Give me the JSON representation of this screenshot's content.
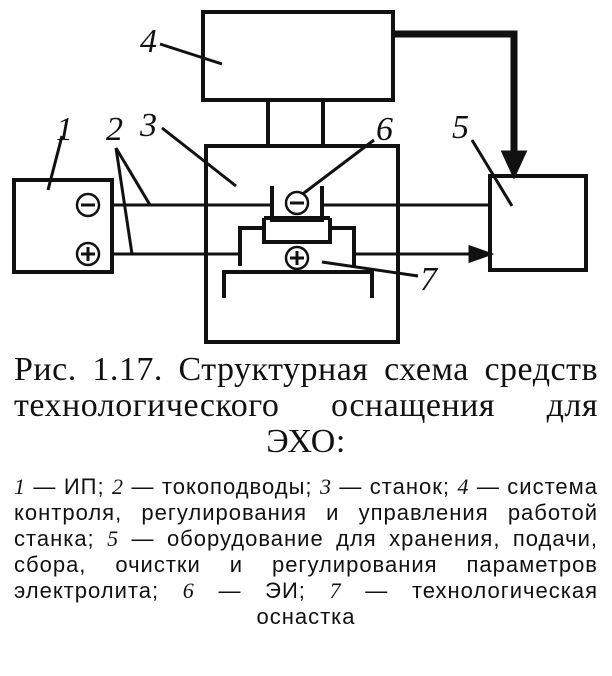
{
  "diagram": {
    "labels": {
      "l1": "1",
      "l2": "2",
      "l3": "3",
      "l4": "4",
      "l5": "5",
      "l6": "6",
      "l7": "7"
    },
    "symbols": {
      "minus": "⊖",
      "plus": "⊕"
    }
  },
  "caption": "Рис. 1.17. Структурная схема средств технологического оснащения для ЭХО:",
  "legend": [
    {
      "num": "1",
      "text": "— ИП; "
    },
    {
      "num": "2",
      "text": "— токоподводы; "
    },
    {
      "num": "3",
      "text": "— станок; "
    },
    {
      "num": "4",
      "text": "— система контроля, регулирования и управления работой станка; "
    },
    {
      "num": "5",
      "text": "— оборудование для хранения, подачи, сбора, очистки и регулирования параметров электролита; "
    },
    {
      "num": "6",
      "text": "— ЭИ; "
    },
    {
      "num": "7",
      "text": "— технологическая оснастка"
    }
  ]
}
